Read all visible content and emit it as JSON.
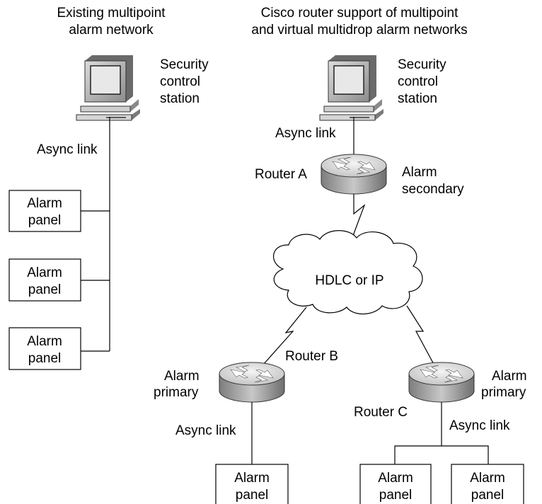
{
  "left": {
    "title_line1": "Existing multipoint",
    "title_line2": "alarm network",
    "station_label": [
      "Security",
      "control",
      "station"
    ],
    "async_link": "Async link",
    "panels": [
      {
        "line1": "Alarm",
        "line2": "panel"
      },
      {
        "line1": "Alarm",
        "line2": "panel"
      },
      {
        "line1": "Alarm",
        "line2": "panel"
      }
    ]
  },
  "right": {
    "title_line1": "Cisco router support of multipoint",
    "title_line2": "and virtual multidrop alarm networks",
    "station_label": [
      "Security",
      "control",
      "station"
    ],
    "async_link_top": "Async link",
    "router_a": {
      "name": "Router A",
      "role_line1": "Alarm",
      "role_line2": "secondary"
    },
    "cloud_label": "HDLC or IP",
    "router_b": {
      "name": "Router B",
      "role_line1": "Alarm",
      "role_line2": "primary",
      "async_link": "Async link"
    },
    "router_c": {
      "name": "Router C",
      "role_line1": "Alarm",
      "role_line2": "primary",
      "async_link": "Async link"
    },
    "panel_b": {
      "line1": "Alarm",
      "line2": "panel"
    },
    "panels_c": [
      {
        "line1": "Alarm",
        "line2": "panel"
      },
      {
        "line1": "Alarm",
        "line2": "panel"
      }
    ]
  },
  "colors": {
    "line": "#000000",
    "screen": "#d9d9d9",
    "router_top": "#e6e6e6",
    "router_side": "#9a9a9a"
  }
}
